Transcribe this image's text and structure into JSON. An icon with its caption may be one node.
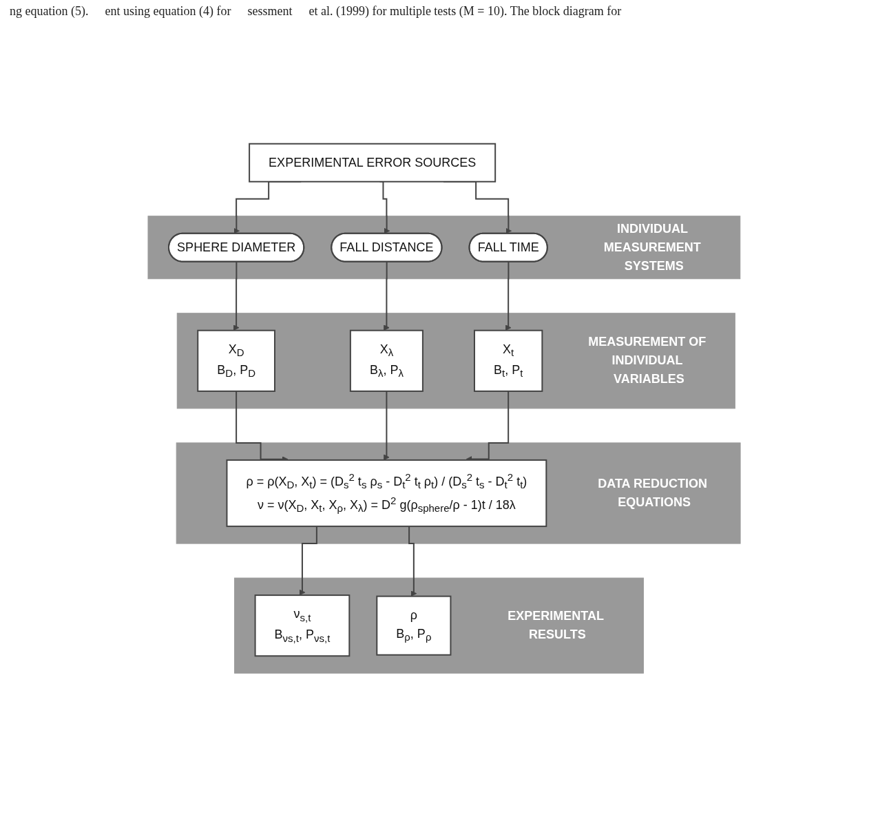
{
  "diagram": {
    "nodes": [
      {
        "text": [
          "EXPERIMENTAL ERROR SOURCES"
        ]
      },
      {
        "text": [
          "INDIVIDUAL MEASUREMENT SYSTEMS"
        ]
      },
      {
        "text": [
          "SPHERE DIAMETER"
        ],
        "in": 1
      },
      {
        "text": [
          "FALL DISTANCE"
        ],
        "in": 1
      },
      {
        "text": [
          "FALL TIME"
        ],
        "in": 1
      },
      {
        "text": [
          "MEASUREMENT OF INDIVIDUAL VARIABLES"
        ]
      },
      {
        "text": [
          "X$_{D}$",
          "B$_{D}$, P$_{D}$"
        ],
        "in": 5
      },
      {
        "text": [
          "X$_{λ}$",
          "B$_{λ}$, P$_{λ}$"
        ],
        "in": 5
      },
      {
        "text": [
          "X$_{t}$",
          "B$_{t}$, P$_{t}$"
        ],
        "in": 5
      },
      {
        "text": [
          "DATA REDUCTION EQUATIONS"
        ]
      },
      {
        "text": [
          "ρ = ρ(X$_{D}$, X$_{t}$) = (D$_{s}$$^{2}$ t$_{s}$ ρ$_{s}$ - D$_{t}$$^{2}$ t$_{t}$ ρ$_{t}$) / (D$_{s}$$^{2}$ t$_{s}$ - D$_{t}$$^{2}$ t$_{t}$)",
          "ν = ν(X$_{D}$, X$_{t}$, X$_{ρ}$, X$_{λ}$) = D$^{2}$ g(ρ$_{sphere}$/ρ - 1)t / 18λ"
        ],
        "in": 9
      },
      {
        "text": [
          "EXPERIMENTAL RESULTS"
        ]
      },
      {
        "text": [
          "ν$_{s,t}$",
          "B$_{νs,t}$, P$_{νs,t}$"
        ],
        "in": 11
      },
      {
        "text": [
          "ρ",
          "B$_{ρ}$, P$_{ρ}$"
        ],
        "in": 11
      }
    ],
    "edges": [
      {
        "from": 0,
        "to": 2,
        "arrow": "to"
      },
      {
        "from": 0,
        "to": 3,
        "arrow": "to"
      },
      {
        "from": 0,
        "to": 4,
        "arrow": "to"
      },
      {
        "from": 2,
        "to": 6,
        "arrow": "to"
      },
      {
        "from": 3,
        "to": 7,
        "arrow": "to"
      },
      {
        "from": 4,
        "to": 8,
        "arrow": "to"
      },
      {
        "from": 6,
        "to": 10,
        "arrow": "to"
      },
      {
        "from": 7,
        "to": 10,
        "arrow": "to"
      },
      {
        "from": 8,
        "to": 10,
        "arrow": "to"
      },
      {
        "from": 10,
        "to": 12,
        "arrow": "to"
      },
      {
        "from": 10,
        "to": 13,
        "arrow": "to"
      }
    ],
    "labels": [
      "ng equation (5).",
      "ent using equation (4) for",
      "sessment",
      "et al. (1999) for multiple tests (M = 10). The block diagram for"
    ]
  }
}
